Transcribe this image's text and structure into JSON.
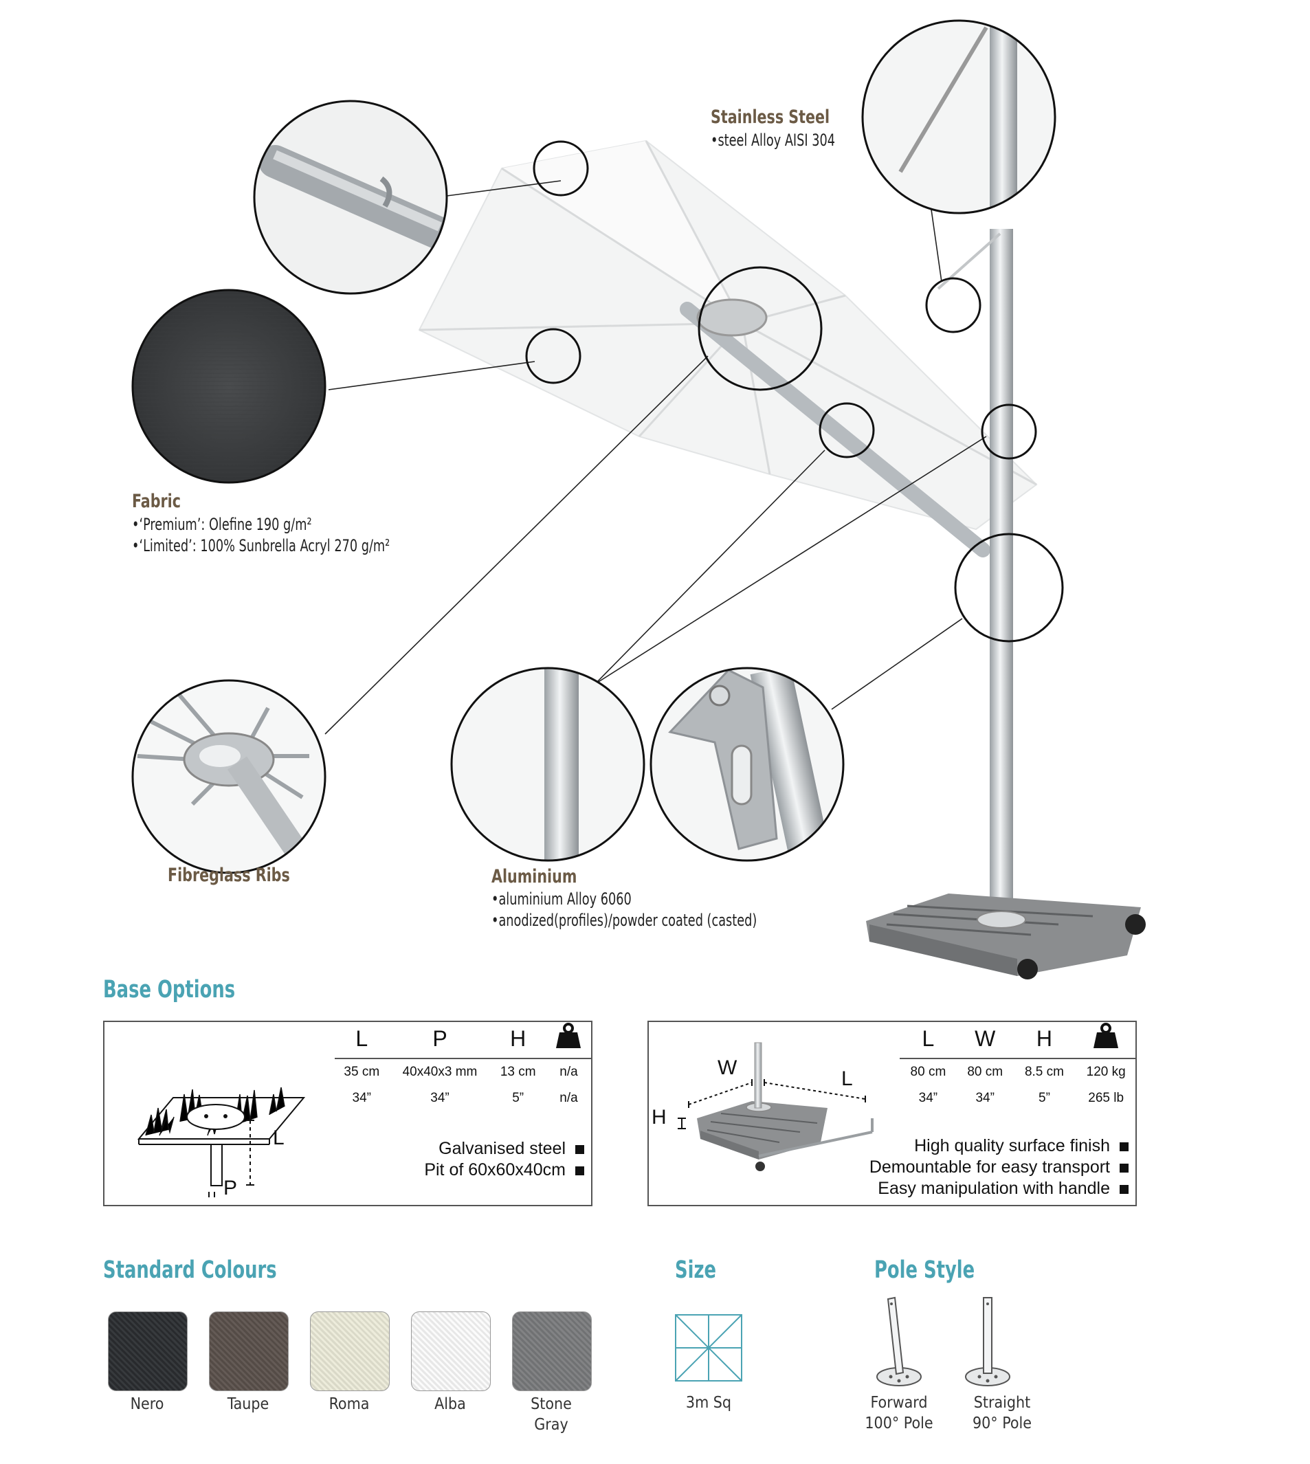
{
  "callouts": {
    "stainless": {
      "title": "Stainless Steel",
      "bullets": [
        "steel Alloy AISI 304"
      ]
    },
    "fabric": {
      "title": "Fabric",
      "bullets": [
        "‘Premium’: Olefine 190 g/m²",
        "‘Limited’: 100% Sunbrella Acryl 270 g/m²"
      ]
    },
    "ribs": {
      "title": "Fibreglass Ribs"
    },
    "aluminium": {
      "title": "Aluminium",
      "bullets": [
        "aluminium Alloy 6060",
        "anodized(profiles)/powder coated (casted)"
      ]
    }
  },
  "base_options": {
    "title": "Base Options",
    "ground": {
      "headers": [
        "L",
        "P",
        "H"
      ],
      "rows": [
        [
          "35 cm",
          "40x40x3 mm",
          "13 cm",
          "n/a"
        ],
        [
          "34”",
          "34”",
          "5”",
          "n/a"
        ]
      ],
      "features": [
        "Galvanised steel",
        "Pit of 60x60x40cm"
      ],
      "diagram_labels": {
        "length": "L",
        "pipe": "P"
      }
    },
    "plate": {
      "headers": [
        "L",
        "W",
        "H"
      ],
      "rows": [
        [
          "80 cm",
          "80 cm",
          "8.5 cm",
          "120 kg"
        ],
        [
          "34”",
          "34”",
          "5”",
          "265 lb"
        ]
      ],
      "features": [
        "High quality surface finish",
        "Demountable for easy transport",
        "Easy manipulation with handle"
      ],
      "diagram_labels": {
        "width": "W",
        "length": "L",
        "height": "H"
      }
    }
  },
  "colours": {
    "title": "Standard Colours",
    "items": [
      {
        "name": "Nero",
        "color": "#2b2e31"
      },
      {
        "name": "Taupe",
        "color": "#5b514c"
      },
      {
        "name": "Roma",
        "color": "#ecebd9"
      },
      {
        "name": "Alba",
        "color": "#fbfbfb"
      },
      {
        "name": "Stone\nGray",
        "color": "#7a7b7d"
      }
    ]
  },
  "size": {
    "title": "Size",
    "label": "3m Sq",
    "accent": "#4aa3b3"
  },
  "pole_style": {
    "title": "Pole Style",
    "items": [
      {
        "label": "Forward\n100° Pole"
      },
      {
        "label": "Straight\n90° Pole"
      }
    ]
  }
}
